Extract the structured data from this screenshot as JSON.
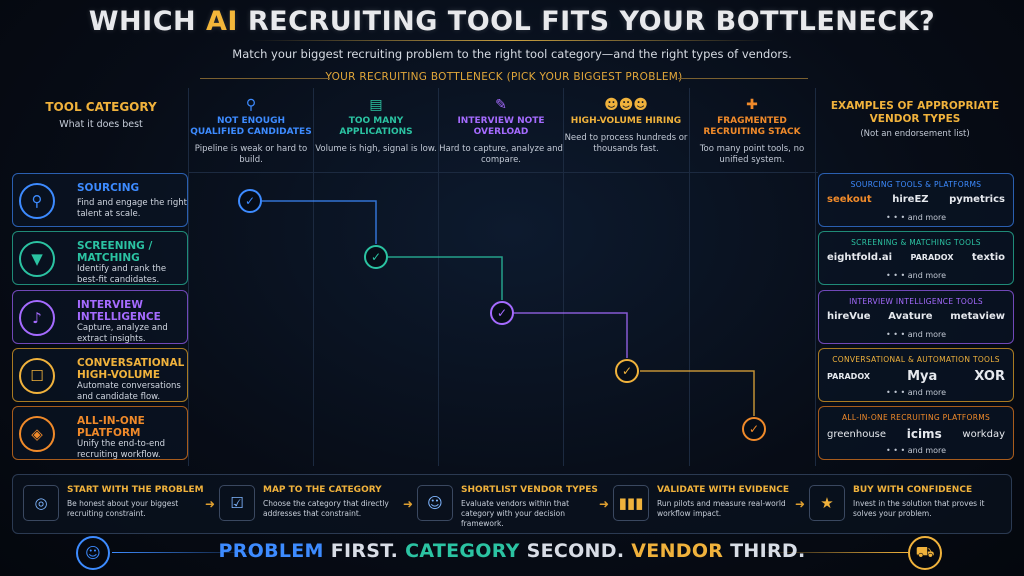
{
  "title": {
    "part1": "WHICH ",
    "ai": "AI",
    "part2": " RECRUITING TOOL FITS YOUR BOTTLENECK?"
  },
  "subtitle": "Match your biggest recruiting problem to the right tool category—and the right types of vendors.",
  "bottleneck_header": "YOUR RECRUITING BOTTLENECK (PICK YOUR BIGGEST PROBLEM)",
  "tool_header": {
    "title": "TOOL CATEGORY",
    "subtitle": "What it does best"
  },
  "examples_header": {
    "title": "EXAMPLES OF APPROPRIATE VENDOR TYPES",
    "subtitle": "(Not an endorsement list)"
  },
  "colors": {
    "blue": "#3d8bff",
    "teal": "#2bc3a2",
    "purple": "#a56bff",
    "yellow": "#f0b23c",
    "orange": "#f08a2a"
  },
  "bottlenecks": [
    {
      "title": "NOT ENOUGH QUALIFIED CANDIDATES",
      "desc": "Pipeline is weak or hard to build.",
      "icon": "search-people-icon"
    },
    {
      "title": "TOO MANY APPLICATIONS",
      "desc": "Volume is high, signal is low.",
      "icon": "document-stack-icon"
    },
    {
      "title": "INTERVIEW NOTE OVERLOAD",
      "desc": "Hard to capture, analyze and compare.",
      "icon": "notes-icon"
    },
    {
      "title": "HIGH-VOLUME HIRING",
      "desc": "Need to process hundreds or thousands fast.",
      "icon": "crowd-icon"
    },
    {
      "title": "FRAGMENTED RECRUITING STACK",
      "desc": "Too many point tools, no unified system.",
      "icon": "puzzle-icon"
    }
  ],
  "categories": [
    {
      "title": "SOURCING",
      "desc": "Find and engage the right talent at scale.",
      "icon": "sourcing-icon"
    },
    {
      "title": "SCREENING / MATCHING",
      "desc": "Identify and rank the best-fit candidates.",
      "icon": "funnel-icon"
    },
    {
      "title": "INTERVIEW INTELLIGENCE",
      "desc": "Capture, analyze and extract insights.",
      "icon": "microphone-icon"
    },
    {
      "title": "CONVERSATIONAL HIGH-VOLUME",
      "desc": "Automate conversations and candidate flow.",
      "icon": "chat-icon"
    },
    {
      "title": "ALL-IN-ONE PLATFORM",
      "desc": "Unify the end-to-end recruiting workflow.",
      "icon": "layers-icon"
    }
  ],
  "vendors": [
    {
      "title": "SOURCING TOOLS & PLATFORMS",
      "logos": [
        "seekout",
        "hireEZ",
        "pymetrics"
      ],
      "more": "• • • and more"
    },
    {
      "title": "SCREENING & MATCHING TOOLS",
      "logos": [
        "eightfold.ai",
        "PARADOX",
        "textio"
      ],
      "more": "• • • and more"
    },
    {
      "title": "INTERVIEW INTELLIGENCE TOOLS",
      "logos": [
        "hireVue",
        "Avature",
        "metaview"
      ],
      "more": "• • • and more"
    },
    {
      "title": "CONVERSATIONAL & AUTOMATION TOOLS",
      "logos": [
        "PARADOX",
        "Mya",
        "XOR"
      ],
      "more": "• • • and more"
    },
    {
      "title": "ALL-IN-ONE RECRUITING PLATFORMS",
      "logos": [
        "greenhouse",
        "icims",
        "workday"
      ],
      "more": "• • • and more"
    }
  ],
  "steps": [
    {
      "title": "START WITH THE PROBLEM",
      "desc": "Be honest about your biggest recruiting constraint.",
      "icon": "target-icon"
    },
    {
      "title": "MAP TO THE CATEGORY",
      "desc": "Choose the category that directly addresses that constraint.",
      "icon": "checklist-icon"
    },
    {
      "title": "SHORTLIST VENDOR TYPES",
      "desc": "Evaluate vendors within that category with your decision framework.",
      "icon": "people-icon"
    },
    {
      "title": "VALIDATE WITH EVIDENCE",
      "desc": "Run pilots and measure real-world workflow impact.",
      "icon": "bar-chart-icon"
    },
    {
      "title": "BUY WITH CONFIDENCE",
      "desc": "Invest in the solution that proves it solves your problem.",
      "icon": "star-shield-icon"
    }
  ],
  "footer": {
    "w1": "PROBLEM",
    "w2": " FIRST. ",
    "w3": "CATEGORY",
    "w4": " SECOND. ",
    "w5": "VENDOR",
    "w6": " THIRD."
  }
}
